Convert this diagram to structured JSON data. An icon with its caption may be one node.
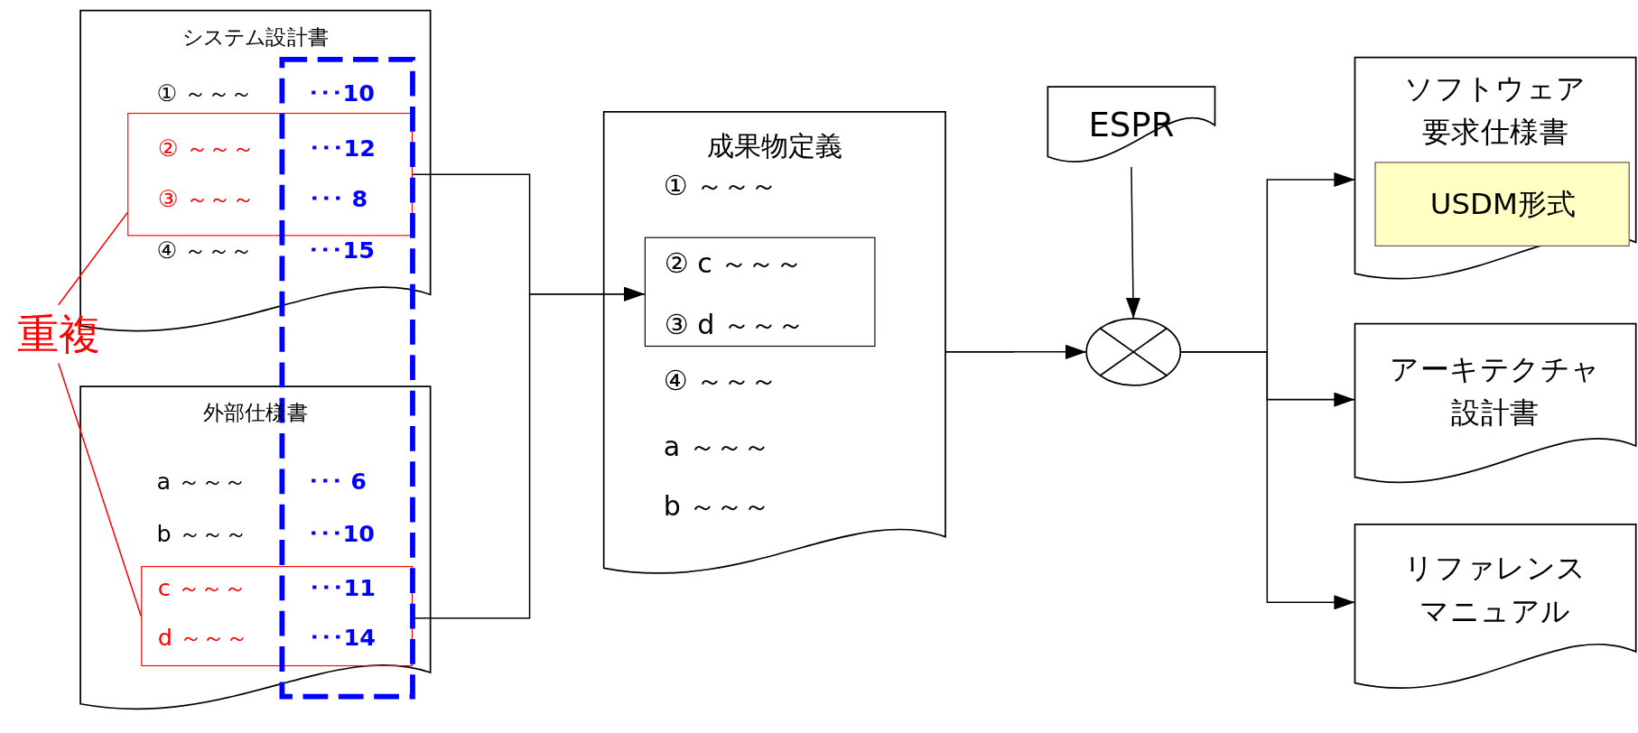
{
  "diagram": {
    "nodes": [
      {
        "text": [
          "システム設計書",
          "① ～～～",
          "･･･10",
          "④ ～～～",
          "･･･15"
        ]
      },
      {
        "text": [
          "② ～～～",
          "･･･12",
          "③ ～～～",
          "･･･ 8"
        ],
        "in": 0
      },
      {
        "text": [
          "重複"
        ]
      },
      {
        "text": [
          "外部仕様書",
          "a ～～～",
          "･･･ 6",
          "b ～～～",
          "･･･10"
        ]
      },
      {
        "text": [
          "c ～～～",
          "･･･11",
          "d ～～～",
          "･･･14"
        ],
        "in": 3
      },
      {
        "text": [
          "成果物定義",
          "① ～～～",
          "④ ～～～",
          "a ～～～",
          "b ～～～"
        ]
      },
      {
        "text": [
          "② c ～～～",
          "③ d ～～～"
        ],
        "in": 5
      },
      {
        "text": [
          "ESPR"
        ]
      },
      {
        "text": [],
        "shape": "circle"
      },
      {
        "text": [
          "ソフトウェア要求仕様書"
        ]
      },
      {
        "text": [
          "USDM形式"
        ],
        "in": 9
      },
      {
        "text": [
          "アーキテクチャ設計書"
        ]
      },
      {
        "text": [
          "リファレンスマニュアル"
        ]
      }
    ],
    "edges": [
      {
        "from": 2,
        "to": 1,
        "arrow": "none",
        "color": "#ff0000"
      },
      {
        "from": 2,
        "to": 4,
        "arrow": "none",
        "color": "#ff0000"
      },
      {
        "from": 1,
        "to": 6,
        "arrow": "to"
      },
      {
        "from": 4,
        "to": 6,
        "arrow": "to"
      },
      {
        "from": 5,
        "to": 8,
        "arrow": "to"
      },
      {
        "from": 7,
        "to": 8,
        "arrow": "to"
      },
      {
        "from": 8,
        "to": 9,
        "arrow": "to"
      },
      {
        "from": 8,
        "to": 11,
        "arrow": "to"
      },
      {
        "from": 8,
        "to": 12,
        "arrow": "to"
      }
    ]
  }
}
